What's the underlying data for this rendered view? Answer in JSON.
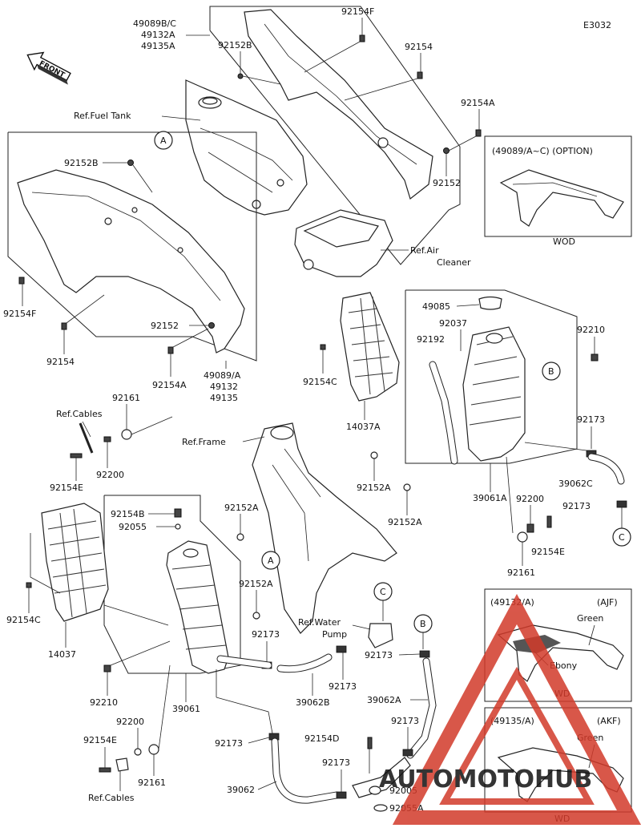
{
  "diagram_code": "E3032",
  "front_label": "FRONT",
  "refs": {
    "fuel_tank": "Ref.Fuel Tank",
    "air_cleaner_1": "Ref.Air",
    "air_cleaner_2": "Cleaner",
    "frame": "Ref.Frame",
    "cables_top": "Ref.Cables",
    "cables_bottom": "Ref.Cables",
    "water_pump_1": "Ref.Water",
    "water_pump_2": "Pump"
  },
  "callouts": {
    "a": "A",
    "b": "B",
    "c": "C"
  },
  "parts": {
    "p49089bc": "49089B/C",
    "p49132a": "49132A",
    "p49135a": "49135A",
    "p92152b_top": "92152B",
    "p92154f_top": "92154F",
    "p92154_top": "92154",
    "p92154a_top": "92154A",
    "p92152_top": "92152",
    "p92152b_left": "92152B",
    "p92154f_left": "92154F",
    "p92154_left": "92154",
    "p92152_left": "92152",
    "p92154a_left": "92154A",
    "p49089a": "49089/A",
    "p49132": "49132",
    "p49135": "49135",
    "p92154c_mid": "92154C",
    "p14037a": "14037A",
    "p49085": "49085",
    "p92037": "92037",
    "p92192": "92192",
    "p92210_right": "92210",
    "p92173_r1": "92173",
    "p39062c": "39062C",
    "p92173_r2": "92173",
    "p92152a_mid1": "92152A",
    "p92152a_mid2": "92152A",
    "p39061a": "39061A",
    "p92200_right": "92200",
    "p92154e_right": "92154E",
    "p92161_right": "92161",
    "p92161_left": "92161",
    "p92200_left": "92200",
    "p92154e_left": "92154E",
    "p92154b": "92154B",
    "p92055": "92055",
    "p92152a_l1": "92152A",
    "p92152a_l2": "92152A",
    "p92154c_left": "92154C",
    "p14037": "14037",
    "p92173_l1": "92173",
    "p92173_l2": "92173",
    "p92173_l3": "92173",
    "p92210_left": "92210",
    "p39061": "39061",
    "p39062b": "39062B",
    "p39062a": "39062A",
    "p92200_bot": "92200",
    "p92154e_bot": "92154E",
    "p92161_bot": "92161",
    "p92173_b1": "92173",
    "p39062": "39062",
    "p92154d": "92154D",
    "p92173_b2": "92173",
    "p92173_b3": "92173",
    "p92005": "92005",
    "p92055a": "92055A"
  },
  "insets": {
    "option": {
      "title": "(49089/A~C)  (OPTION)",
      "footer": "WOD"
    },
    "ajf": {
      "part": "(49132/A)",
      "code": "(AJF)",
      "color1": "Green",
      "color2": "Ebony",
      "footer": "WD"
    },
    "akf": {
      "part": "(49135/A)",
      "code": "(AKF)",
      "color1": "Green",
      "footer": "WD"
    }
  },
  "watermark": {
    "text": "AUTOMOTOHUB",
    "color_red": "#d23a2a",
    "color_orange": "#f0a23c"
  }
}
